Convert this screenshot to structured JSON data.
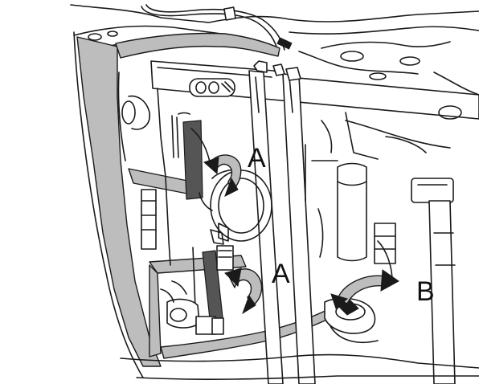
{
  "labels": {
    "a_upper": "A",
    "a_lower": "A",
    "b": "B"
  },
  "colors": {
    "line": "#1a1a1a",
    "gasket_fill": "#bdbdbd",
    "background": "#ffffff"
  }
}
